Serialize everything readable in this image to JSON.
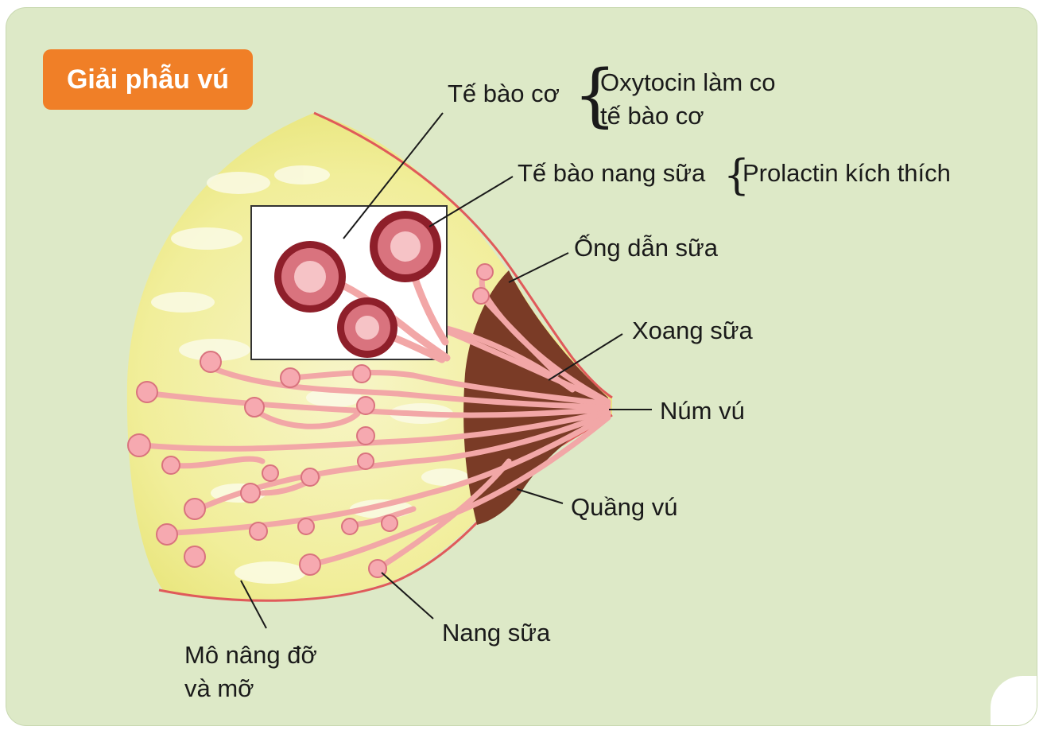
{
  "title": "Giải phẫu vú",
  "labels": {
    "muscle_cell": "Tế bào cơ",
    "muscle_cell_note_1": "Oxytocin làm co",
    "muscle_cell_note_2": "tế bào cơ",
    "alveolar_cell": "Tế bào nang sữa",
    "alveolar_cell_note": "Prolactin kích thích",
    "milk_duct": "Ống dẫn sữa",
    "milk_sinus": "Xoang sữa",
    "nipple": "Núm vú",
    "areola": "Quầng vú",
    "alveoli": "Nang sữa",
    "support_tissue_1": "Mô nâng đỡ",
    "support_tissue_2": "và mỡ"
  },
  "colors": {
    "background": "#dde9c7",
    "badge": "#f07f27",
    "tissue": "#f2f09a",
    "areola": "#7a3b26",
    "duct": "#f2a7a7",
    "alveolar_dark": "#8e1f2a"
  }
}
